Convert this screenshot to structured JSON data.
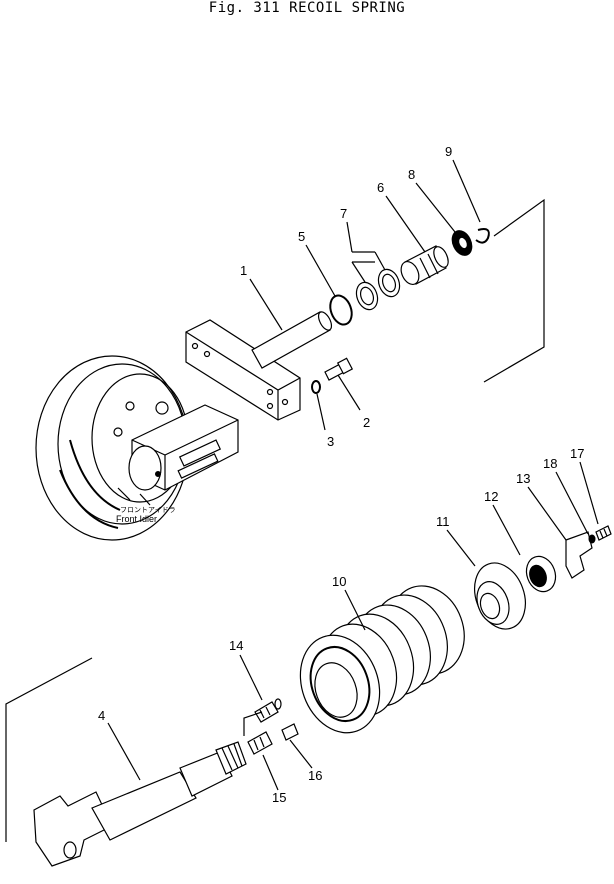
{
  "figure": {
    "title": "Fig. 311   RECOIL SPRING"
  },
  "callouts": [
    "1",
    "2",
    "3",
    "4",
    "5",
    "6",
    "7",
    "8",
    "9",
    "10",
    "11",
    "12",
    "13",
    "14",
    "15",
    "16",
    "17",
    "18"
  ],
  "idler_label": {
    "japanese": "フロントアイドラ",
    "english": "Front  Idler"
  }
}
